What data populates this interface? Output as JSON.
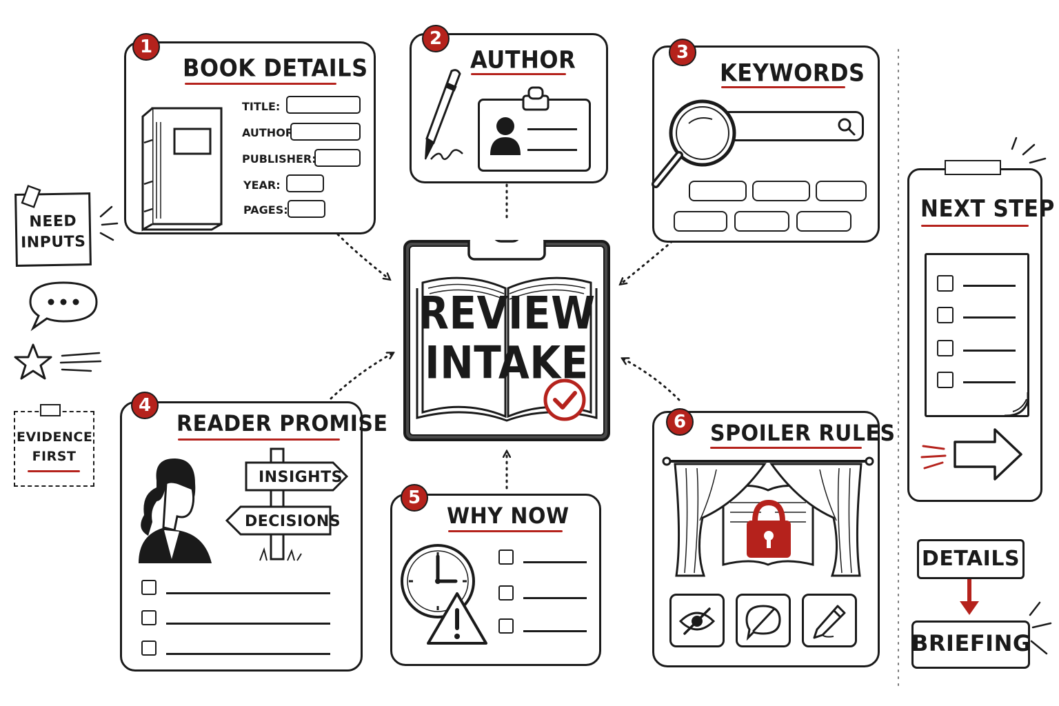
{
  "colors": {
    "ink": "#1a1a1a",
    "accent": "#b5221c",
    "paper": "#ffffff"
  },
  "center": {
    "line1": "REVIEW",
    "line2": "INTAKE"
  },
  "book_details": {
    "number": "1",
    "title": "BOOK DETAILS",
    "fields": [
      "TITLE:",
      "AUTHOR:",
      "PUBLISHER:",
      "YEAR:",
      "PAGES:"
    ]
  },
  "author": {
    "number": "2",
    "title": "AUTHOR"
  },
  "keywords": {
    "number": "3",
    "title": "KEYWORDS"
  },
  "reader_promise": {
    "number": "4",
    "title": "READER PROMISE",
    "sign_top": "INSIGHTS",
    "sign_bottom": "DECISIONS"
  },
  "why_now": {
    "number": "5",
    "title": "WHY NOW"
  },
  "spoiler_rules": {
    "number": "6",
    "title": "SPOILER RULES"
  },
  "left_notes": {
    "note1": "NEED INPUTS",
    "note2": "EVIDENCE FIRST"
  },
  "next_step": {
    "title": "NEXT STEP"
  },
  "flow": {
    "from": "DETAILS",
    "to": "BRIEFING"
  },
  "icons": [
    "book-icon",
    "pen-icon",
    "id-badge-icon",
    "magnifier-icon",
    "search-icon",
    "clipboard-icon",
    "checkmark-icon",
    "person-icon",
    "signpost-icon",
    "clock-icon",
    "warning-icon",
    "curtain-icon",
    "lock-icon",
    "eye-slash-icon",
    "speech-bubble-slash-icon",
    "pencil-icon",
    "speech-bubble-icon",
    "star-icon",
    "arrow-right-icon"
  ]
}
